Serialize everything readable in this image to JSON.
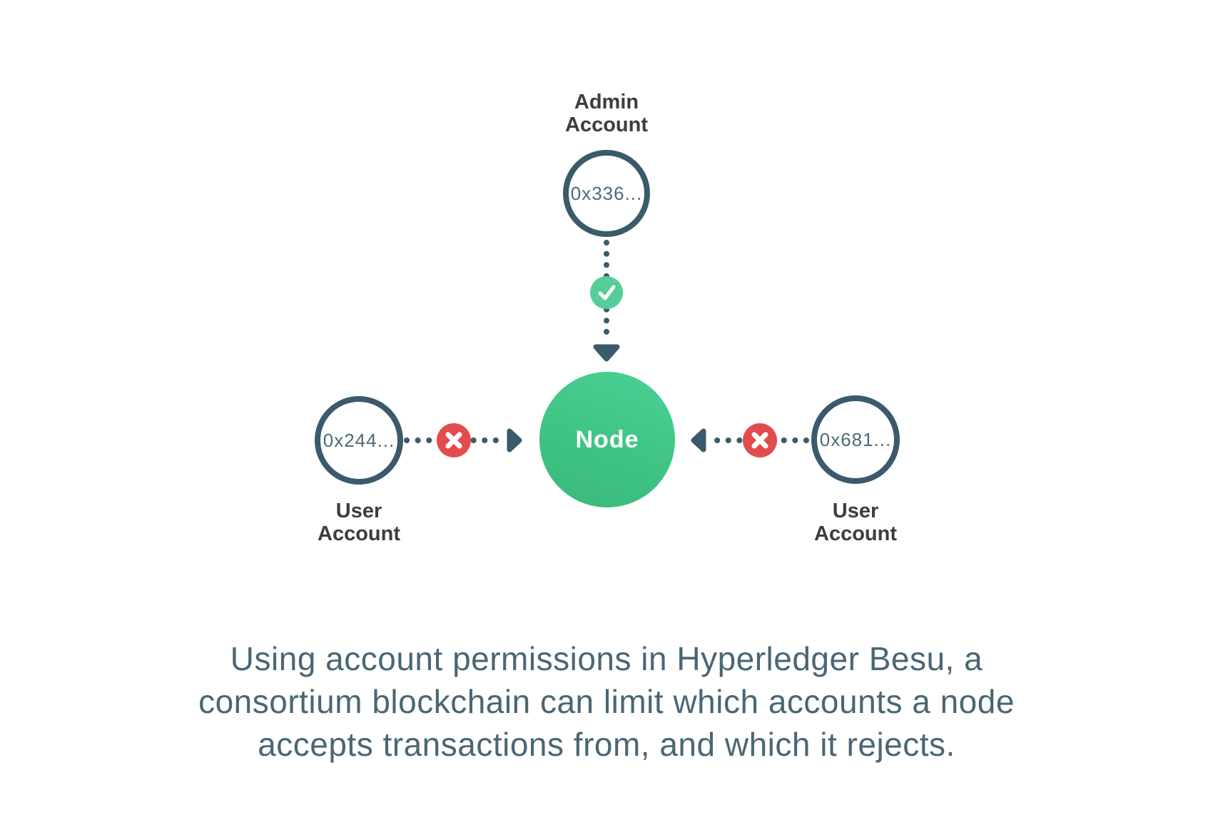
{
  "colors": {
    "background": "#ffffff",
    "outline_slate": "#3b5a6b",
    "node_green_light": "#4ad193",
    "node_green_dark": "#37b97a",
    "allow_green": "#55ce97",
    "deny_red": "#e14d4d",
    "entity_label_text": "#3d3d3d",
    "address_text": "#4c6b79",
    "caption_text": "#4a6675"
  },
  "diagram": {
    "admin_account": {
      "label_line1": "Admin",
      "label_line2": "Account",
      "address": "0x336..."
    },
    "user_account_left": {
      "label_line1": "User",
      "label_line2": "Account",
      "address": "0x244..."
    },
    "user_account_right": {
      "label_line1": "User",
      "label_line2": "Account",
      "address": "0x681..."
    },
    "node": {
      "label": "Node"
    },
    "icons": {
      "allow_icon": "check",
      "deny_icon": "cross",
      "flow_arrow_icon": "triangle-arrow"
    }
  },
  "caption": {
    "line1": "Using account permissions in Hyperledger Besu, a",
    "line2": "consortium blockchain can limit which accounts a node",
    "line3": "accepts transactions from, and which it rejects."
  }
}
